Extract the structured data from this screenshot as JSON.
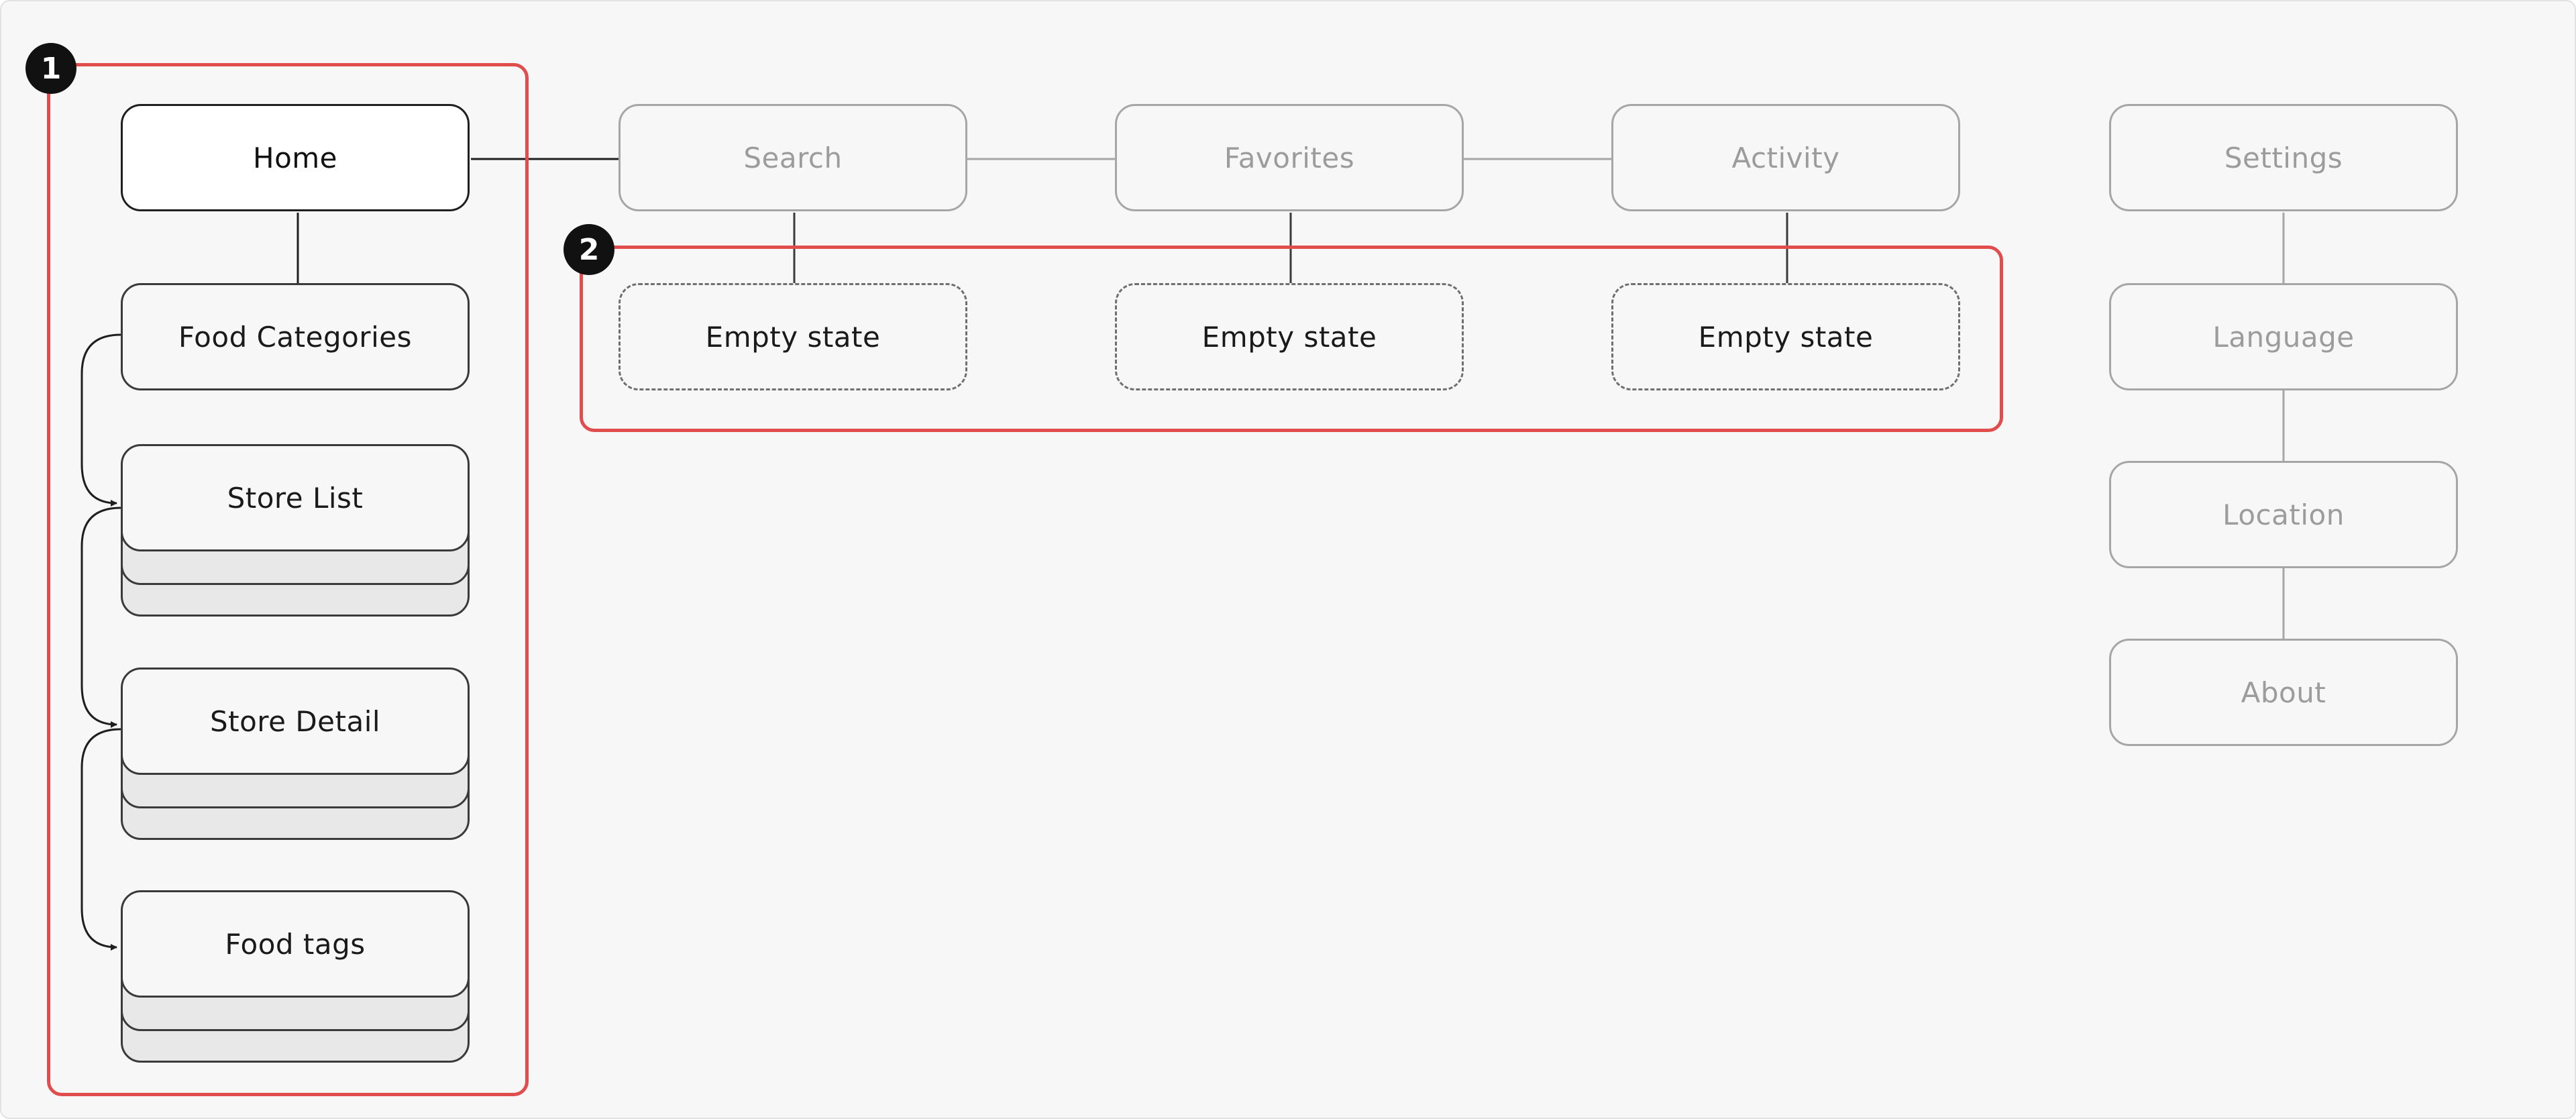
{
  "badges": {
    "one": "1",
    "two": "2"
  },
  "nodes": {
    "home": "Home",
    "search": "Search",
    "favorites": "Favorites",
    "activity": "Activity",
    "settings": "Settings",
    "food_categories": "Food Categories",
    "store_list": "Store List",
    "store_detail": "Store Detail",
    "food_tags": "Food tags",
    "empty_state_search": "Empty state",
    "empty_state_favorites": "Empty state",
    "empty_state_activity": "Empty state",
    "language": "Language",
    "location": "Location",
    "about": "About"
  },
  "colors": {
    "highlight_border": "#e14c4c",
    "active_border": "#1f1f1f",
    "inactive_border": "#a6a6a6",
    "inactive_text": "#9c9c9c",
    "background": "#f7f7f7",
    "stack_fill": "#e8e8e8"
  }
}
